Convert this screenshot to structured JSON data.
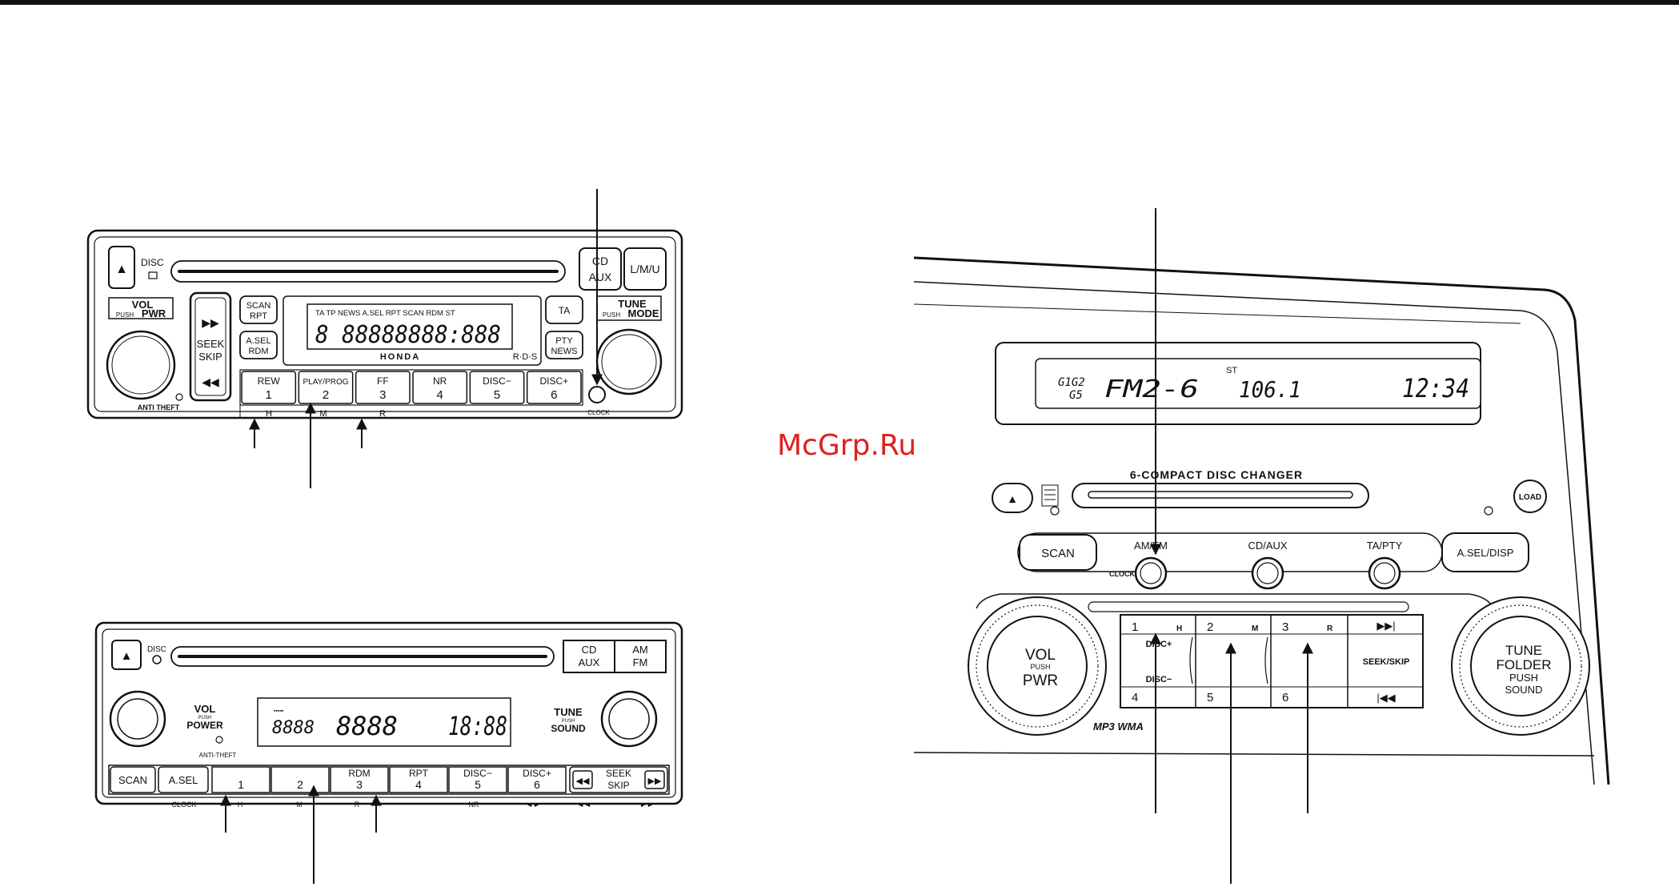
{
  "watermark": "McGrp.Ru",
  "radio_top": {
    "eject_symbol": "▲",
    "disc_label": "DISC",
    "cd_aux": [
      "CD",
      "AUX"
    ],
    "lmu": "L/M/U",
    "vol": "VOL",
    "push": "PUSH",
    "pwr": "PWR",
    "scan_rpt": [
      "SCAN",
      "RPT"
    ],
    "asel_rdm": [
      "A.SEL",
      "RDM"
    ],
    "seek_skip": [
      "SEEK",
      "SKIP"
    ],
    "ta": "TA",
    "pty_news": [
      "PTY",
      "NEWS"
    ],
    "tune": "TUNE",
    "mode": "MODE",
    "display_indicators": "TA TP  NEWS  A.SEL  RPT  SCAN  RDM  ST",
    "display_digits": "8 88888888:888",
    "brand": "HONDA",
    "rds": "R·D·S",
    "presets": [
      {
        "top": "REW",
        "bottom": "1"
      },
      {
        "top": "PLAY/PROG",
        "bottom": "2"
      },
      {
        "top": "FF",
        "bottom": "3"
      },
      {
        "top": "NR",
        "bottom": "4"
      },
      {
        "top": "DISC−",
        "bottom": "5"
      },
      {
        "top": "DISC+",
        "bottom": "6"
      }
    ],
    "hmr": [
      "H",
      "M",
      "R"
    ],
    "anti_theft": "ANTI THEFT",
    "clock": "CLOCK"
  },
  "radio_bottom": {
    "eject_symbol": "▲",
    "disc_label": "DISC",
    "cd_aux": [
      "CD",
      "AUX"
    ],
    "am_fm": [
      "AM",
      "FM"
    ],
    "vol": "VOL",
    "push": "PUSH",
    "power": "POWER",
    "anti_theft": "ANTI-THEFT",
    "display_left": "8888",
    "display_main": "8888",
    "display_clock": "18:88",
    "tune": "TUNE",
    "sound": "SOUND",
    "scan": "SCAN",
    "asel": "A.SEL",
    "presets": [
      {
        "top": "",
        "bottom": "1"
      },
      {
        "top": "",
        "bottom": "2"
      },
      {
        "top": "RDM",
        "bottom": "3"
      },
      {
        "top": "RPT",
        "bottom": "4"
      },
      {
        "top": "DISC−",
        "bottom": "5"
      },
      {
        "top": "DISC+",
        "bottom": "6"
      }
    ],
    "seek": "SEEK",
    "skip": "SKIP",
    "sublabels": [
      "CLOCK",
      "H",
      "M",
      "R",
      "NR",
      "◄►",
      "◄◄",
      "►►"
    ]
  },
  "radio_right": {
    "display_band": "FM2-6",
    "display_st": "ST",
    "display_freq": "106.1",
    "display_time": "12:34",
    "display_icon": "G1G2 G5",
    "changer": "6-COMPACT DISC CHANGER",
    "load": "LOAD",
    "scan": "SCAN",
    "am_fm": "AM/FM",
    "clock": "CLOCK",
    "cd_aux": "CD/AUX",
    "ta_pty": "TA/PTY",
    "asel_disp": "A.SEL/DISP",
    "vol": "VOL",
    "push": "PUSH",
    "pwr": "PWR",
    "tune": "TUNE",
    "folder": "FOLDER",
    "sound": "SOUND",
    "presets_top": [
      {
        "num": "1",
        "tag": "H"
      },
      {
        "num": "2",
        "tag": "M"
      },
      {
        "num": "3",
        "tag": "R"
      }
    ],
    "presets_bottom": [
      "4",
      "5",
      "6"
    ],
    "disc_plus": "DISC+",
    "disc_minus": "DISC−",
    "seek_skip": "SEEK/SKIP",
    "mp3": "MP3 WMA"
  }
}
